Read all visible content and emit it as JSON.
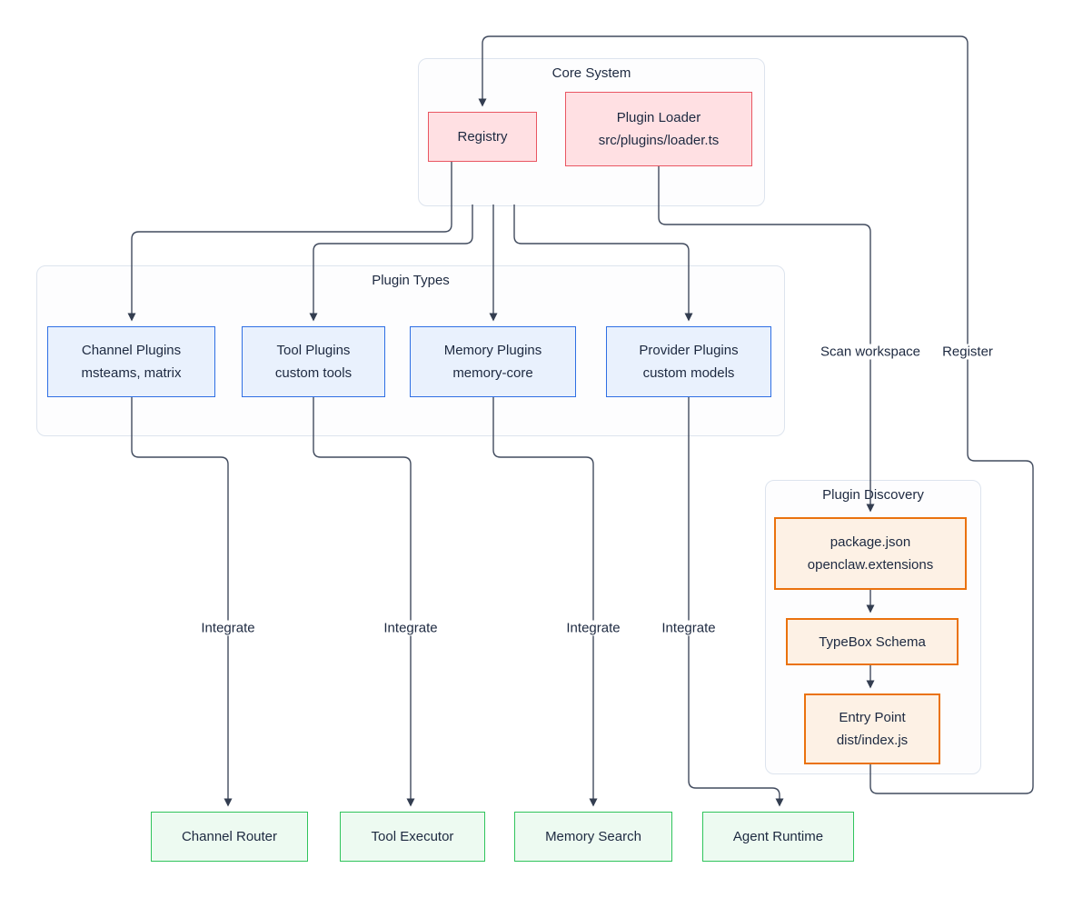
{
  "containers": {
    "core_system": {
      "title": "Core System"
    },
    "plugin_types": {
      "title": "Plugin Types"
    },
    "plugin_discovery": {
      "title": "Plugin Discovery"
    }
  },
  "nodes": {
    "registry": {
      "label": "Registry"
    },
    "plugin_loader": {
      "label": "Plugin Loader",
      "sublabel": "src/plugins/loader.ts"
    },
    "channel_plugins": {
      "label": "Channel Plugins",
      "sublabel": "msteams, matrix"
    },
    "tool_plugins": {
      "label": "Tool Plugins",
      "sublabel": "custom tools"
    },
    "memory_plugins": {
      "label": "Memory Plugins",
      "sublabel": "memory-core"
    },
    "provider_plugins": {
      "label": "Provider Plugins",
      "sublabel": "custom models"
    },
    "package_json": {
      "label": "package.json",
      "sublabel": "openclaw.extensions"
    },
    "typebox_schema": {
      "label": "TypeBox Schema"
    },
    "entry_point": {
      "label": "Entry Point",
      "sublabel": "dist/index.js"
    },
    "channel_router": {
      "label": "Channel Router"
    },
    "tool_executor": {
      "label": "Tool Executor"
    },
    "memory_search": {
      "label": "Memory Search"
    },
    "agent_runtime": {
      "label": "Agent Runtime"
    }
  },
  "edge_labels": {
    "scan_workspace": "Scan workspace",
    "register": "Register",
    "integrate": "Integrate"
  },
  "colors": {
    "core_fill": "#ffe0e3",
    "core_stroke": "#e95662",
    "plugin_fill": "#e9f1fd",
    "plugin_stroke": "#2f6fe4",
    "discovery_fill": "#fdf1e5",
    "discovery_stroke": "#ea720e",
    "runtime_fill": "#edfaf1",
    "runtime_stroke": "#30c45c",
    "edge_stroke": "#414b5e",
    "container_stroke": "#dde4ee"
  }
}
